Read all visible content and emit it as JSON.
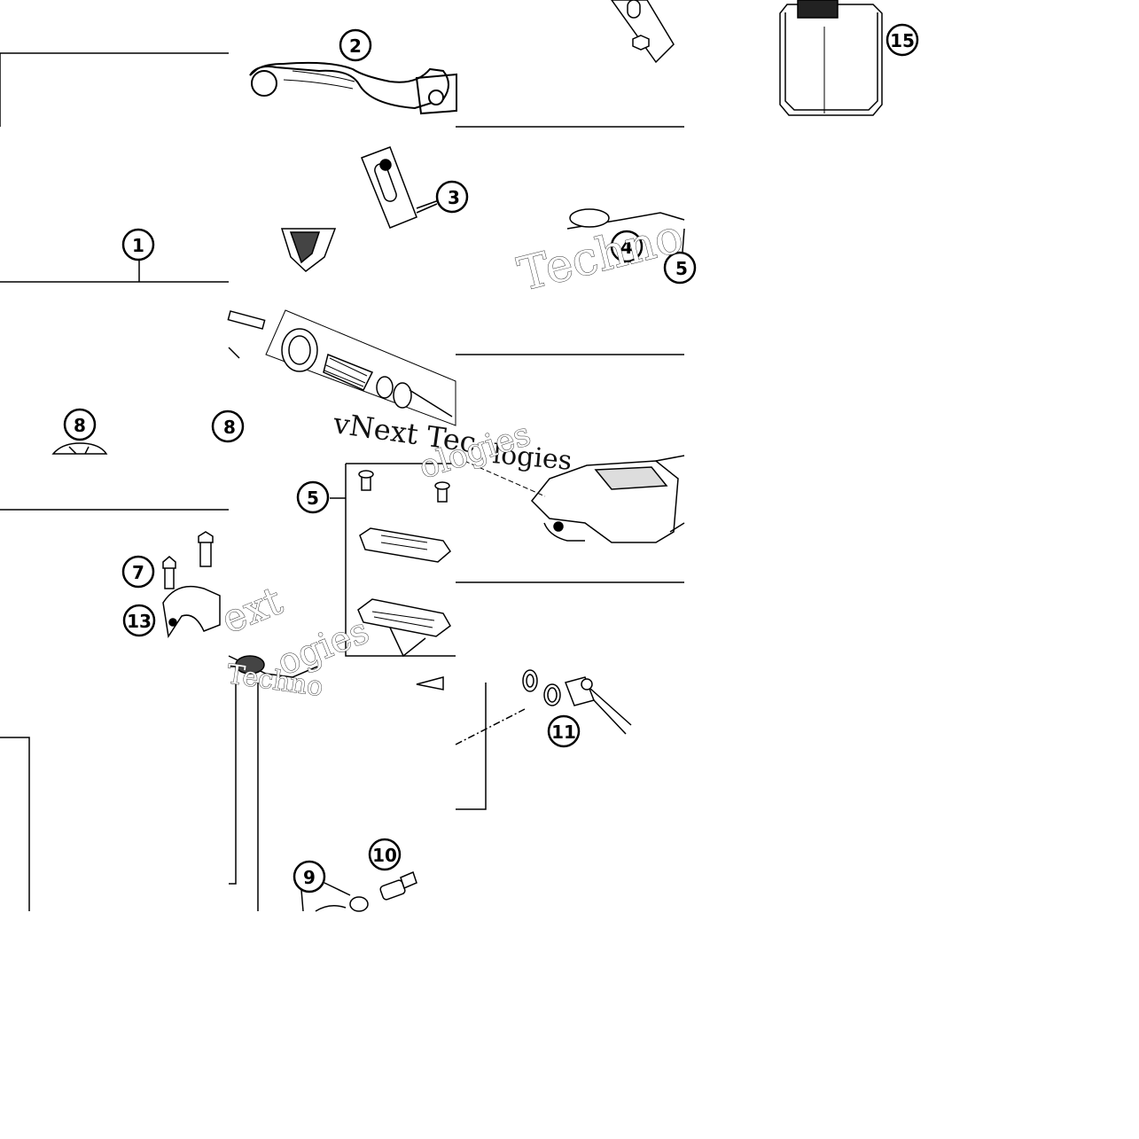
{
  "callouts": {
    "c1": "1",
    "c2": "2",
    "c3": "3",
    "c4": "4",
    "c5": "5",
    "c5b": "5",
    "c7": "7",
    "c8": "8",
    "c8b": "8",
    "c9": "9",
    "c10": "10",
    "c11": "11",
    "c13": "13",
    "c15": "15"
  },
  "watermarks": {
    "w1": "Techno",
    "w2": "vNext Tec",
    "w3": "logies",
    "w4": "ext",
    "w5": "ogies",
    "w6": "Techno",
    "w7": "ologies"
  },
  "colors": {
    "line": "#000000",
    "watermark_stroke": "#333333",
    "background": "#ffffff"
  }
}
